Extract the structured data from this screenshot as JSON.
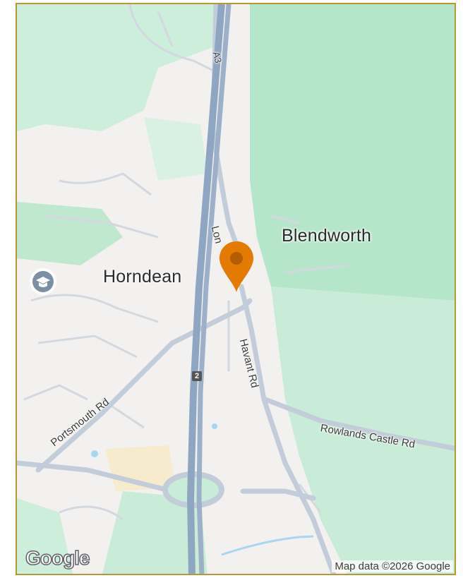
{
  "map": {
    "places": {
      "horndean": "Horndean",
      "blendworth": "Blendworth"
    },
    "roads": {
      "a3_shield": "A3",
      "junction_shield": "2",
      "lon_partial": "Lon",
      "havant_rd": "Havant Rd",
      "portsmouth_rd": "Portsmouth Rd",
      "rowlands_castle_rd": "Rowlands Castle Rd"
    },
    "logo": "Google",
    "attribution": "Map data ©2026 Google",
    "colors": {
      "land": "#f2f1ef",
      "greenspace": "#c9ecd8",
      "forest": "#b5e6c9",
      "motorway": "#8fa6c3",
      "road": "#c3ccd9",
      "marker": "#e37b00",
      "industrial": "#f6ebcc",
      "water": "#a8d6f0"
    },
    "icons": {
      "school": "school-icon",
      "marker": "location-pin-icon"
    }
  }
}
